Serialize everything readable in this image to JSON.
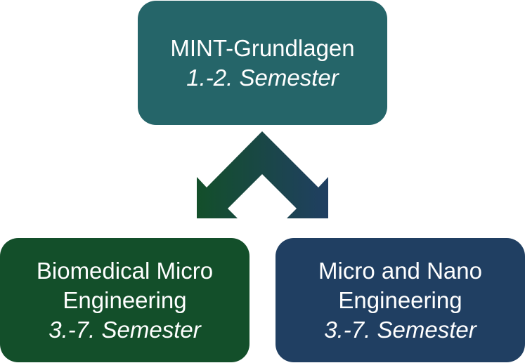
{
  "diagram": {
    "top": {
      "title": "MINT-Grundlagen",
      "semester": "1.-2. Semester",
      "color": "#256569"
    },
    "left": {
      "title_line1": "Biomedical Micro",
      "title_line2": "Engineering",
      "semester": "3.-7. Semester",
      "color": "#134f2a"
    },
    "right": {
      "title_line1": "Micro and Nano",
      "title_line2": "Engineering",
      "semester": "3.-7. Semester",
      "color": "#203f62"
    },
    "arrow": {
      "gradient_start": "#134f2a",
      "gradient_end": "#203f62"
    }
  }
}
